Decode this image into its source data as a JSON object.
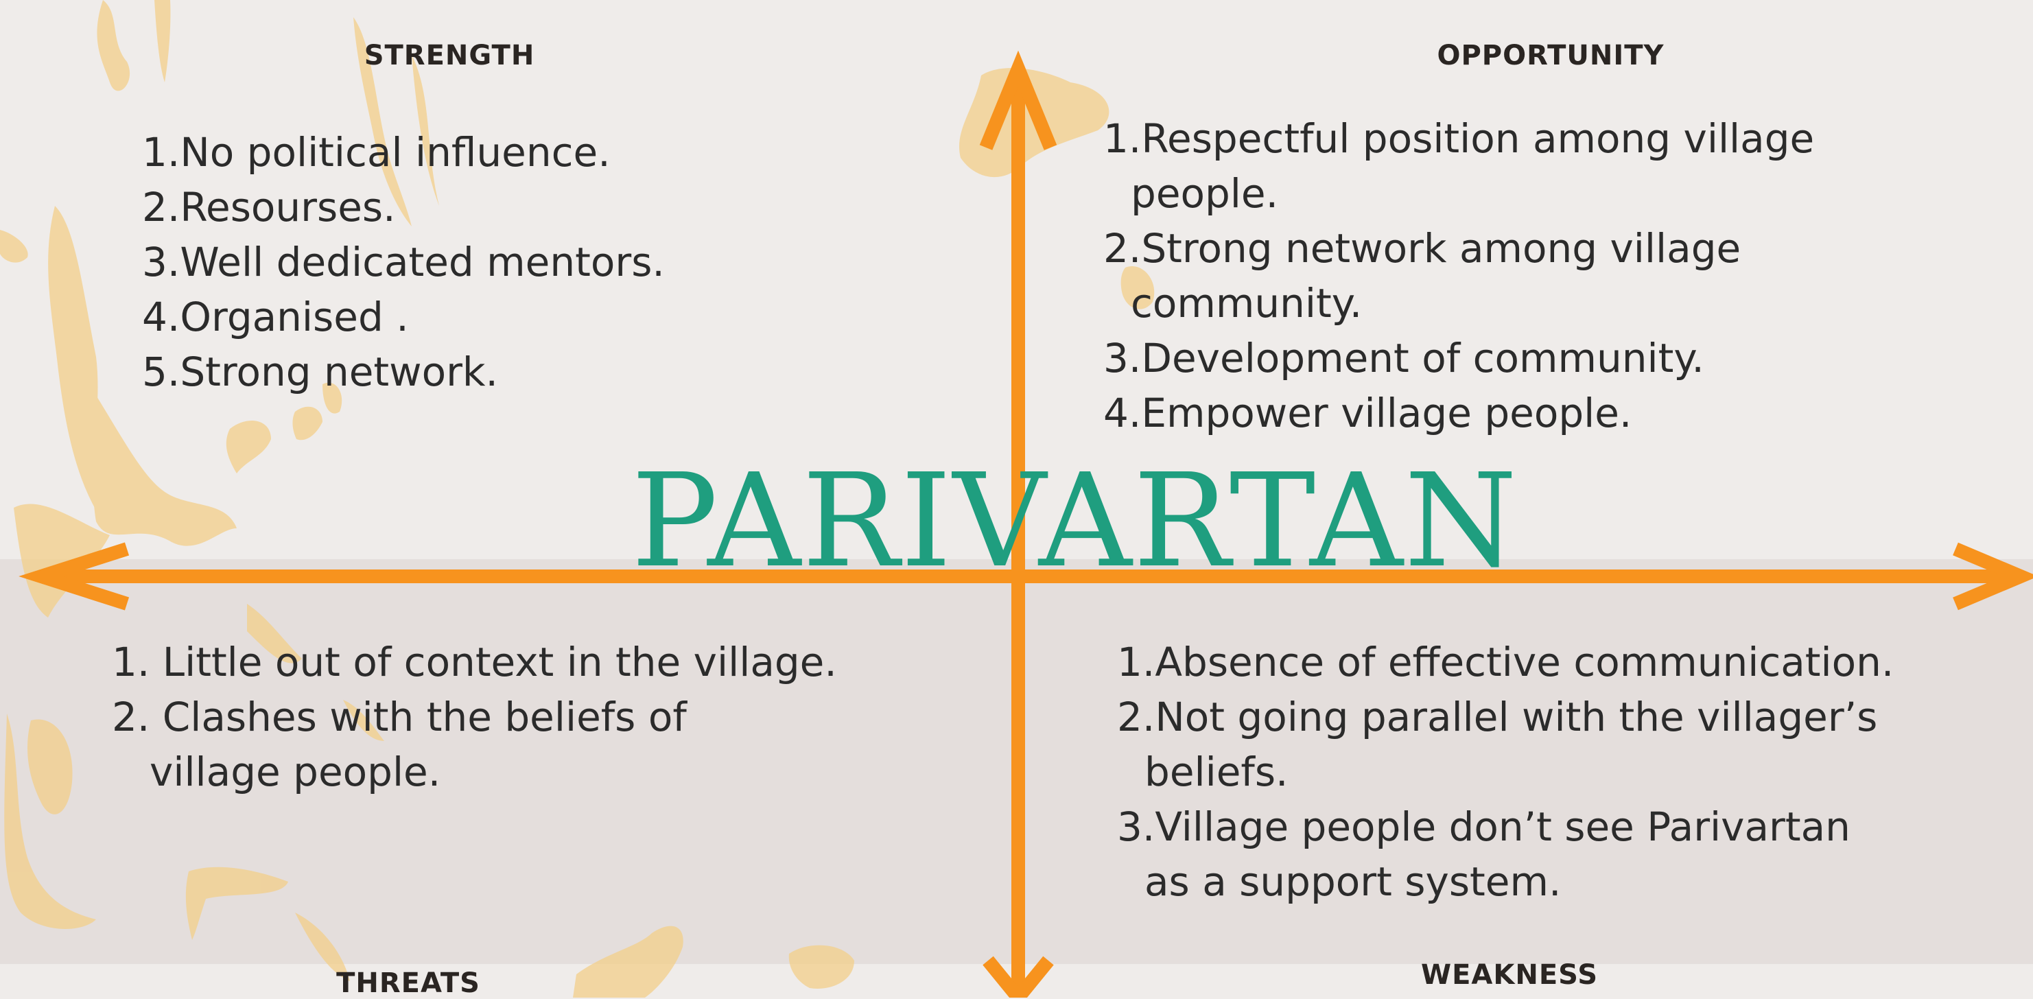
{
  "title": "PARIVARTAN",
  "colors": {
    "background": "#efecea",
    "lower_band": "#e4dedc",
    "arrow": "#f7931e",
    "title": "#1f9e7f",
    "text": "#2b2b2b",
    "blot": "#f3cf8a"
  },
  "quadrants": {
    "strength": {
      "heading": "STRENGTH",
      "items": [
        "1.No political influence.",
        "2.Resourses.",
        "3.Well dedicated mentors.",
        "4.Organised .",
        "5.Strong network."
      ]
    },
    "opportunity": {
      "heading": "OPPORTUNITY",
      "items": [
        "1.Respectful position among village",
        "people.",
        "2.Strong network among village",
        "community.",
        "3.Development of community.",
        "4.Empower village people."
      ]
    },
    "threats": {
      "heading": "THREATS",
      "items": [
        "1. Little out of context in the village.",
        "2. Clashes with the beliefs of",
        "village people."
      ]
    },
    "weakness": {
      "heading": "WEAKNESS",
      "items": [
        "1.Absence of effective communication.",
        "2.Not going parallel with the villager’s",
        "beliefs.",
        "3.Village people don’t see Parivartan",
        "as a support system."
      ]
    }
  }
}
